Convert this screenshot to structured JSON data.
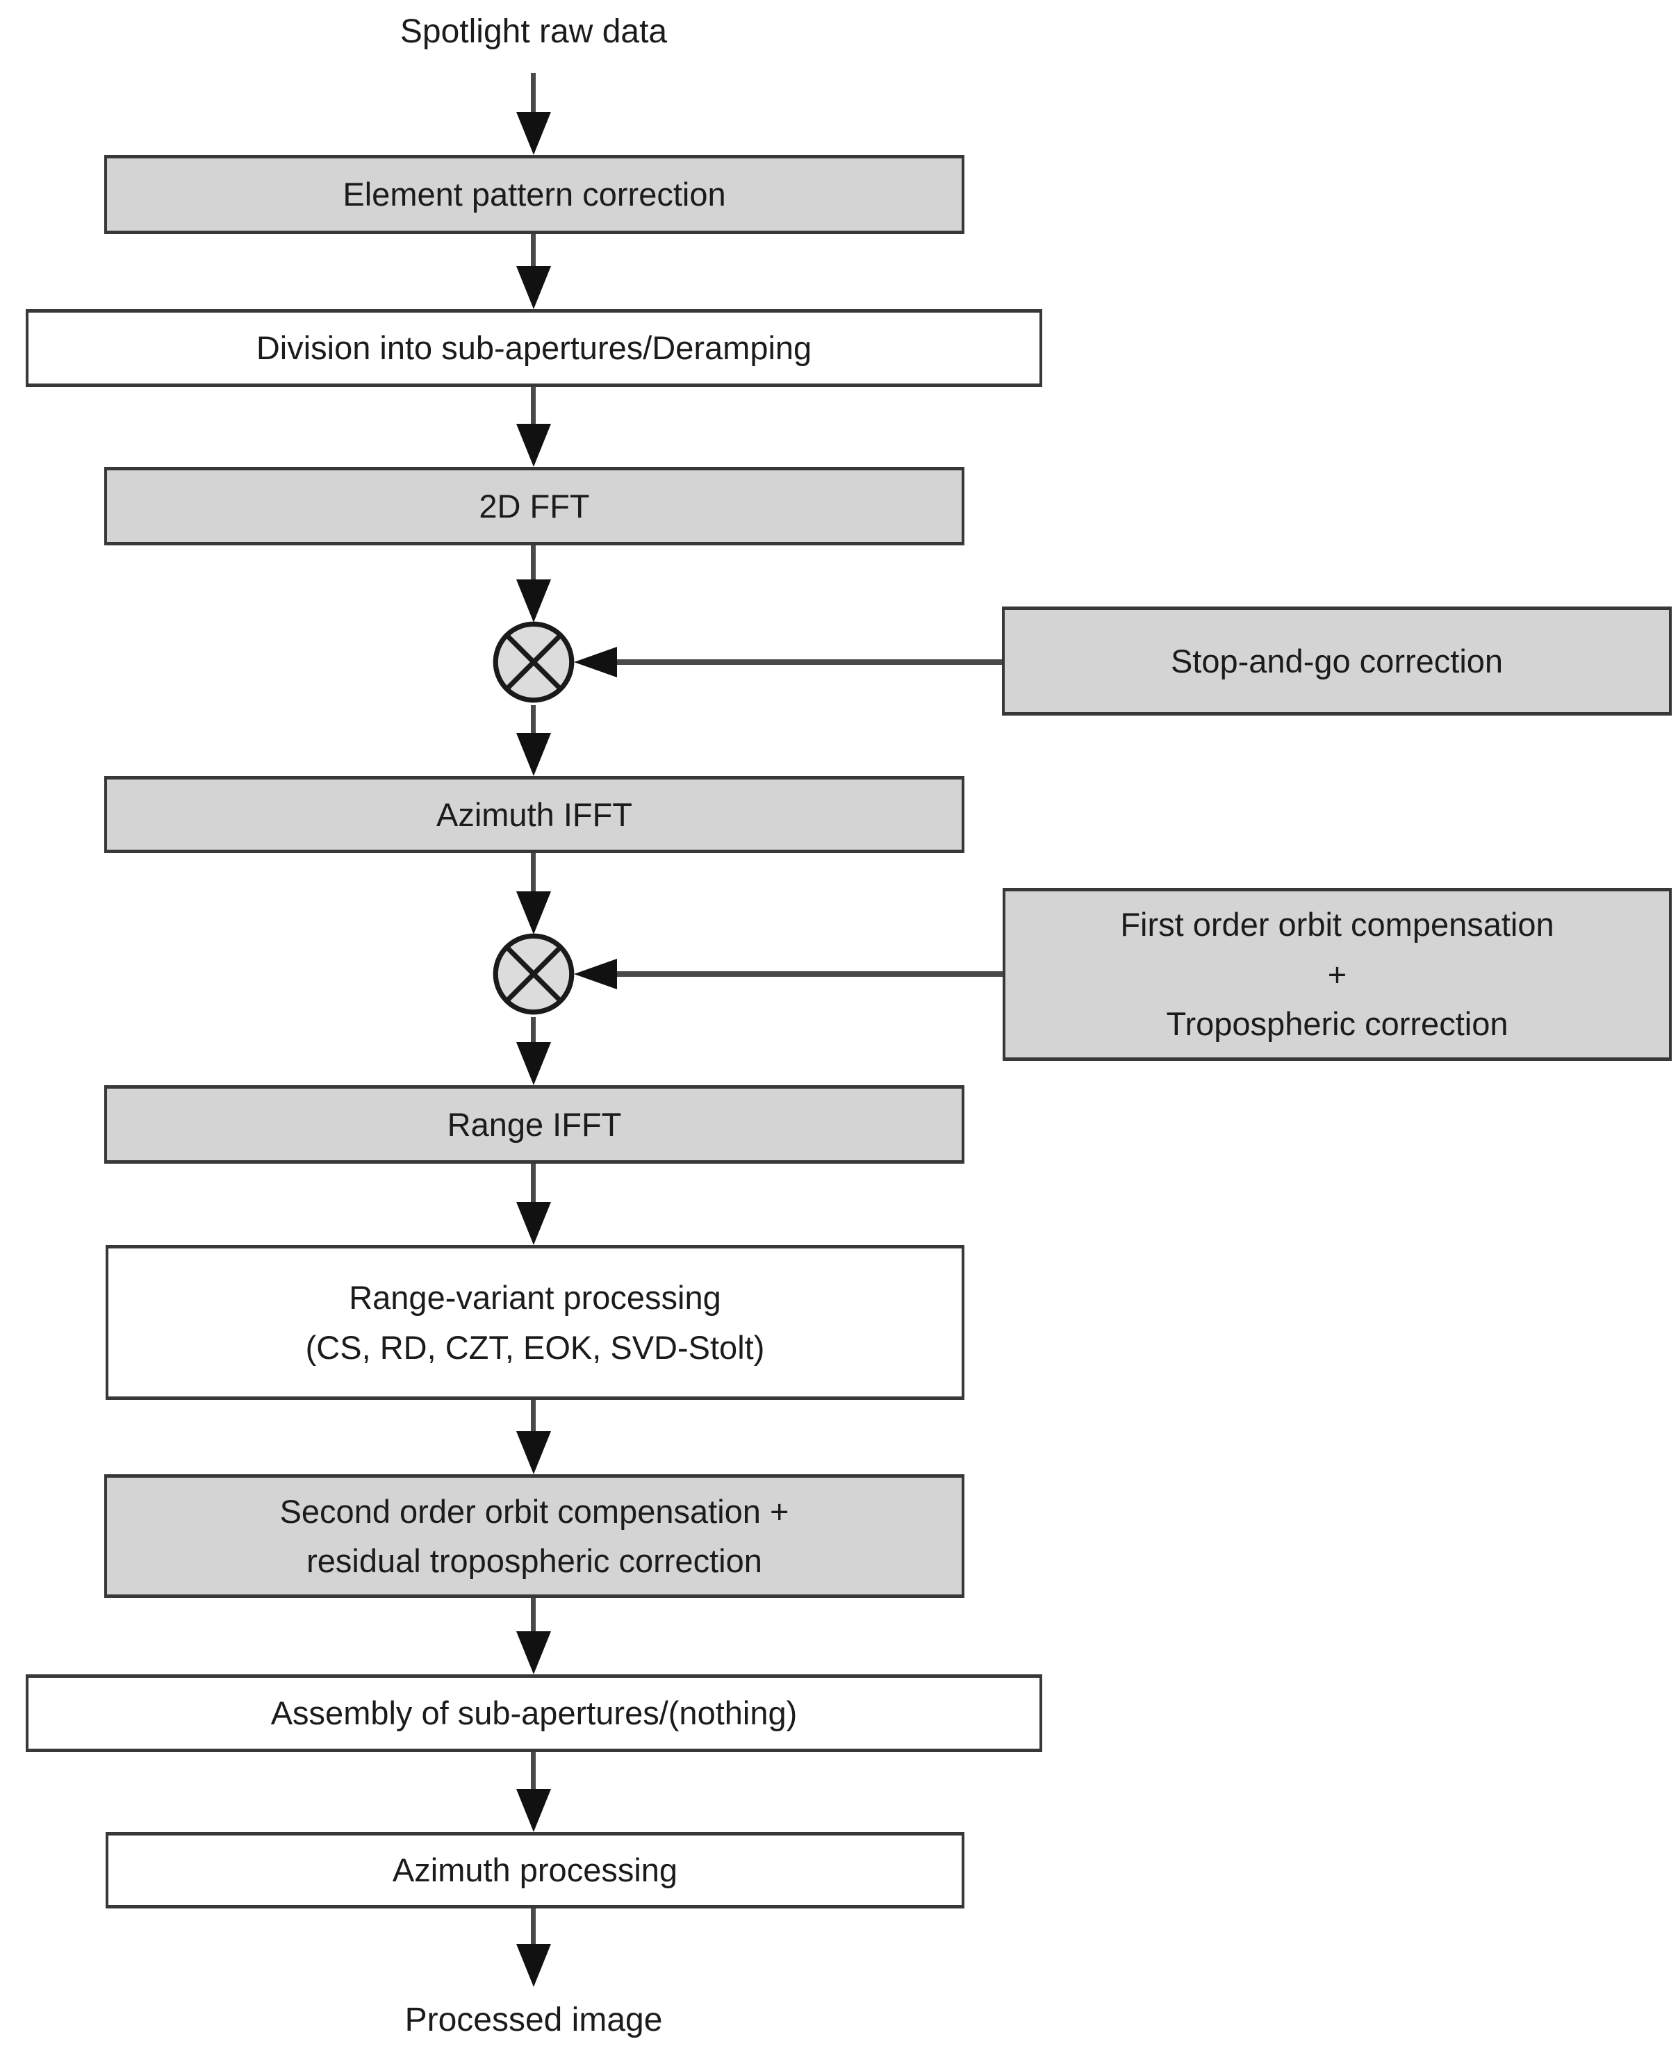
{
  "diagram": {
    "source_label": "Spotlight raw data",
    "sink_label": "Processed image",
    "nodes": {
      "element_pattern": {
        "label": "Element pattern correction",
        "fill": "gray"
      },
      "division": {
        "label": "Division into sub-apertures/Deramping",
        "fill": "white"
      },
      "fft_2d": {
        "label": "2D FFT",
        "fill": "gray"
      },
      "stop_and_go": {
        "label": "Stop-and-go correction",
        "fill": "gray"
      },
      "azimuth_ifft": {
        "label": "Azimuth IFFT",
        "fill": "gray"
      },
      "first_order_orbit": {
        "line1": "First order orbit compensation",
        "line2": "+",
        "line3": "Tropospheric correction",
        "fill": "gray"
      },
      "range_ifft": {
        "label": "Range IFFT",
        "fill": "gray"
      },
      "range_variant": {
        "line1": "Range-variant processing",
        "line2": "(CS, RD, CZT, EOK, SVD-Stolt)",
        "fill": "white"
      },
      "second_order_orbit": {
        "line1": "Second order orbit compensation +",
        "line2": "residual tropospheric correction",
        "fill": "gray"
      },
      "assembly": {
        "label": "Assembly of sub-apertures/(nothing)",
        "fill": "white"
      },
      "azimuth_processing": {
        "label": "Azimuth processing",
        "fill": "white"
      }
    },
    "operators": {
      "multiply_1": "multiply",
      "multiply_2": "multiply"
    },
    "colors": {
      "box_gray_fill": "#d4d4d4",
      "box_white_fill": "#ffffff",
      "box_border": "#383838",
      "connector_line": "#4a4a4a",
      "arrowhead": "#111111",
      "text": "#1b1b1b",
      "multiplier_fill": "#dcdcdc",
      "background": "#ffffff"
    }
  }
}
